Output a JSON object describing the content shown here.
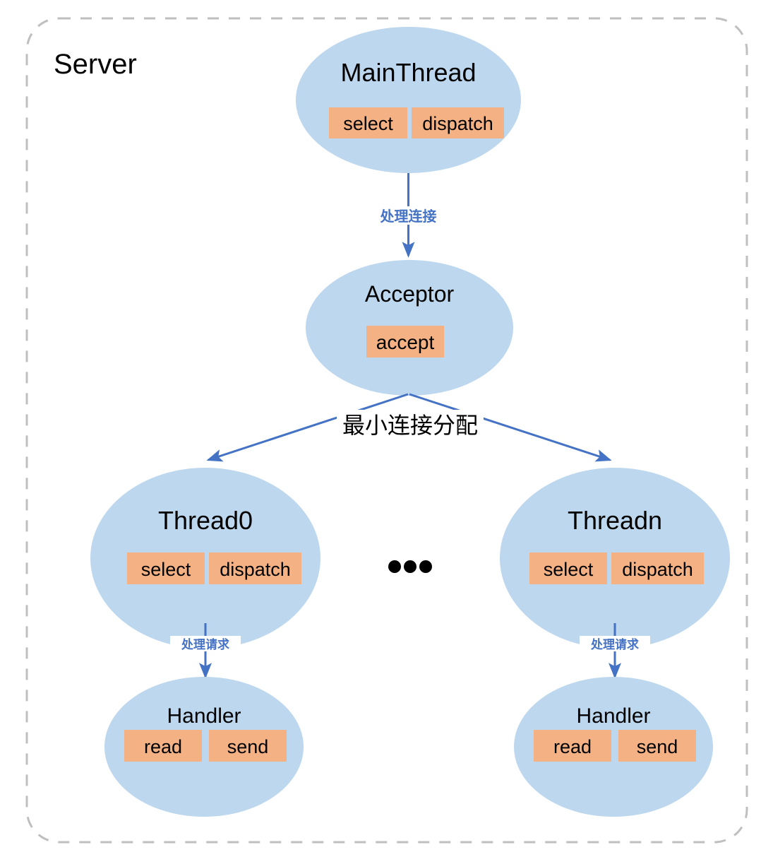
{
  "container": {
    "title": "Server",
    "border_color": "#bfbfbf",
    "border_style": "dashed"
  },
  "theme": {
    "ellipse_fill": "#bdd7ee",
    "method_box_fill": "#f4b183",
    "arrow_color": "#4472c4",
    "text_color": "#000000",
    "edge_label_color": "#4472c4",
    "dots_color": "#000000",
    "background": "#ffffff"
  },
  "nodes": {
    "main_thread": {
      "title": "MainThread",
      "methods": [
        "select",
        "dispatch"
      ]
    },
    "acceptor": {
      "title": "Acceptor",
      "methods": [
        "accept"
      ]
    },
    "thread0": {
      "title": "Thread0",
      "methods": [
        "select",
        "dispatch"
      ]
    },
    "threadn": {
      "title": "Threadn",
      "methods": [
        "select",
        "dispatch"
      ]
    },
    "handler_left": {
      "title": "Handler",
      "methods": [
        "read",
        "send"
      ]
    },
    "handler_right": {
      "title": "Handler",
      "methods": [
        "read",
        "send"
      ]
    }
  },
  "edges": {
    "main_to_acceptor": {
      "label": "处理连接"
    },
    "acceptor_to_threads": {
      "label": "最小连接分配"
    },
    "thread0_to_handler": {
      "label": "处理请求"
    },
    "threadn_to_handler": {
      "label": "处理请求"
    }
  },
  "ellipsis": {
    "label": "•••"
  }
}
